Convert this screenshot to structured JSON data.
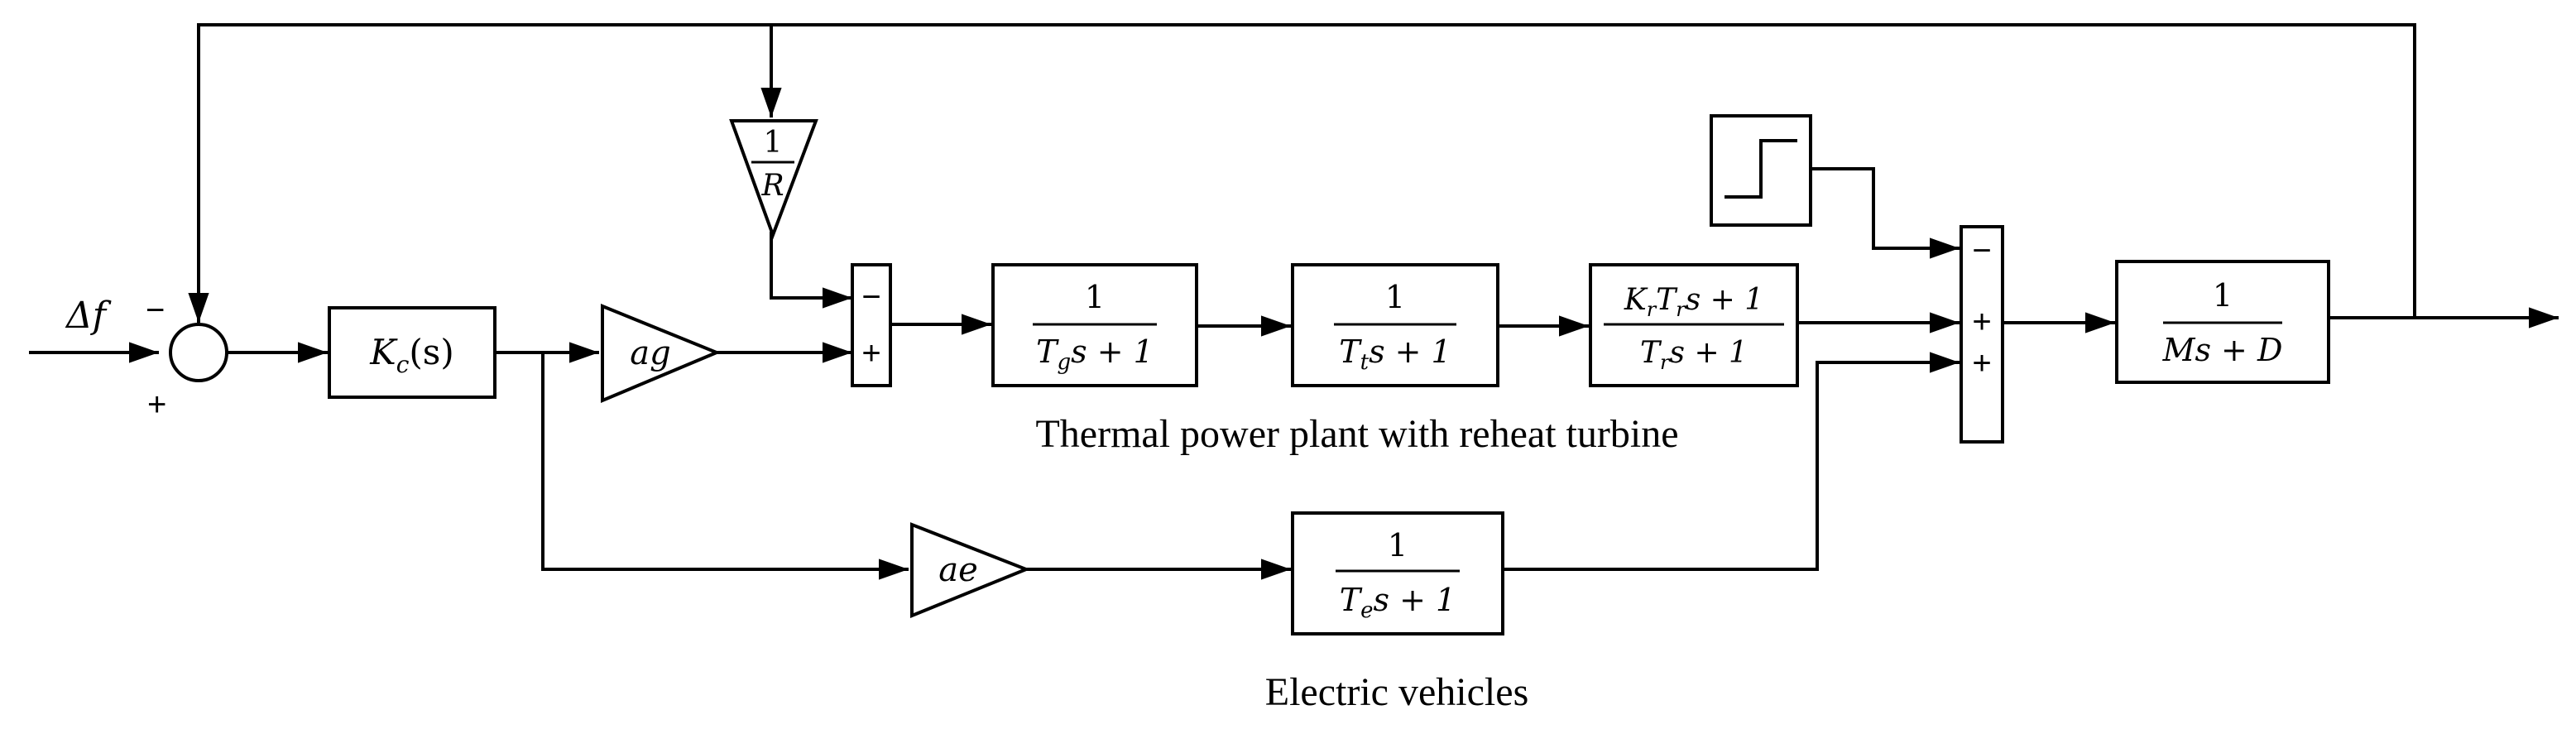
{
  "input": {
    "label": "Δf"
  },
  "summer": {
    "minus": "−",
    "plus": "+"
  },
  "controller": {
    "name": "K",
    "sub": "c",
    "arg": "(s)"
  },
  "droop": {
    "num": "1",
    "den": "R"
  },
  "gain_ag": {
    "label": "ag"
  },
  "gain_ae": {
    "label": "ae"
  },
  "sum_gov": {
    "top": "−",
    "bottom": "+"
  },
  "governor": {
    "num": "1",
    "den_a": "T",
    "den_sub": "g",
    "den_b": "s + 1"
  },
  "turbine": {
    "num": "1",
    "den_a": "T",
    "den_sub": "t",
    "den_b": "s + 1"
  },
  "reheat": {
    "num_k": "K",
    "num_ksub": "r",
    "num_t": "T",
    "num_tsub": "r",
    "num_rest": "s + 1",
    "den_a": "T",
    "den_sub": "r",
    "den_b": "s + 1"
  },
  "ev": {
    "num": "1",
    "den_a": "T",
    "den_sub": "e",
    "den_b": "s + 1"
  },
  "sum_load": {
    "top": "−",
    "mid": "+",
    "bottom": "+"
  },
  "system": {
    "num": "1",
    "den": "Ms + D"
  },
  "captions": {
    "thermal": "Thermal power plant with reheat turbine",
    "ev": "Electric vehicles"
  }
}
